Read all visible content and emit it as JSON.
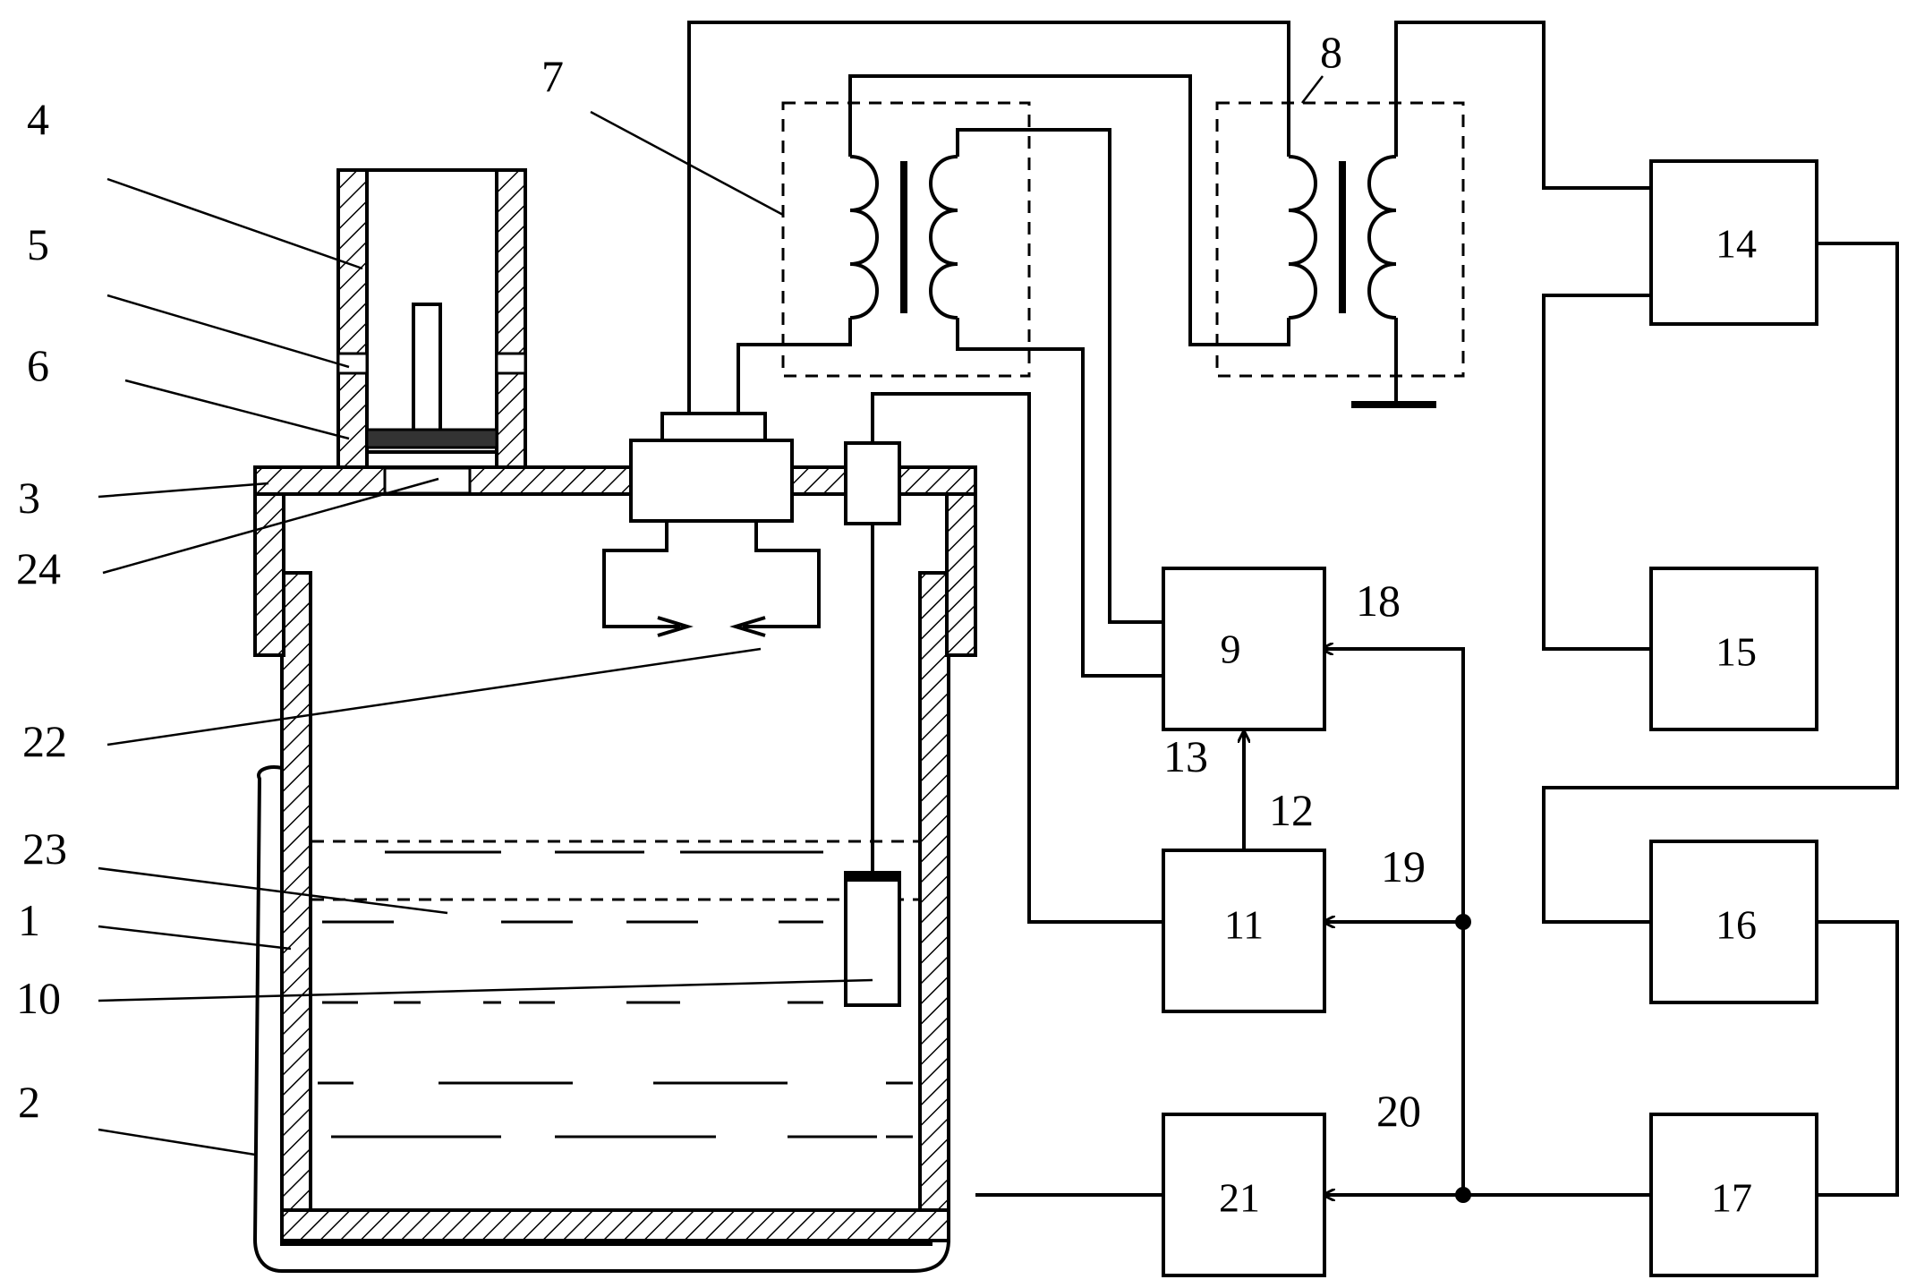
{
  "part_labels": [
    "4",
    "5",
    "6",
    "3",
    "24",
    "22",
    "23",
    "1",
    "10",
    "2",
    "7",
    "8",
    "18",
    "13",
    "12",
    "19",
    "20"
  ],
  "blocks": [
    "9",
    "11",
    "14",
    "15",
    "16",
    "17",
    "21"
  ]
}
